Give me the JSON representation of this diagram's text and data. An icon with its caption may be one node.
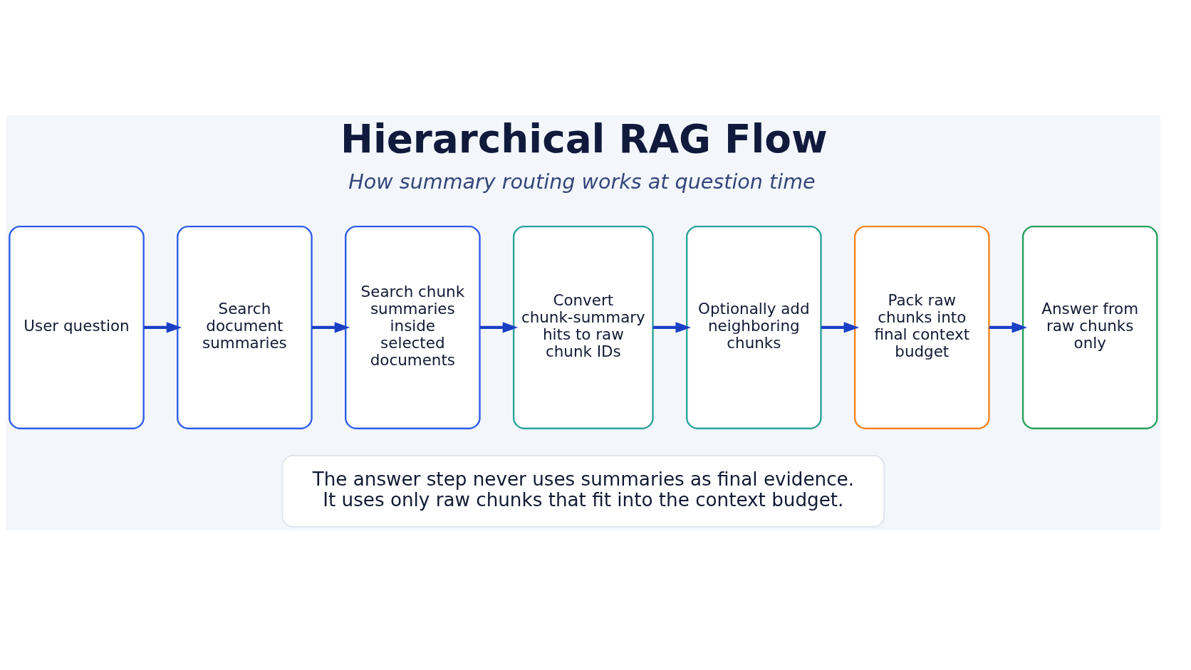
{
  "diagram": {
    "title": "Hierarchical RAG Flow",
    "nodes": [
      {
        "text": [
          "User question"
        ]
      },
      {
        "text": [
          "Search document summaries"
        ]
      },
      {
        "text": [
          "Search chunk summaries inside selected documents"
        ]
      },
      {
        "text": [
          "Convert chunk-summary hits to raw chunk IDs"
        ]
      },
      {
        "text": [
          "Optionally add neighboring chunks"
        ]
      },
      {
        "text": [
          "Pack raw chunks into final context budget"
        ]
      },
      {
        "text": [
          "Answer from raw chunks only"
        ]
      },
      {
        "text": [
          "The answer step never uses summaries as final evidence. It uses only raw chunks that fit into the context budget."
        ]
      }
    ],
    "edges": [
      {
        "from": 0,
        "to": 1,
        "arrow": "to"
      },
      {
        "from": 1,
        "to": 2,
        "arrow": "to"
      },
      {
        "from": 2,
        "to": 3,
        "arrow": "to"
      },
      {
        "from": 3,
        "to": 4,
        "arrow": "to"
      },
      {
        "from": 4,
        "to": 5,
        "arrow": "to"
      },
      {
        "from": 5,
        "to": 6,
        "arrow": "to"
      }
    ],
    "labels": [
      "How summary routing works at question time"
    ]
  }
}
